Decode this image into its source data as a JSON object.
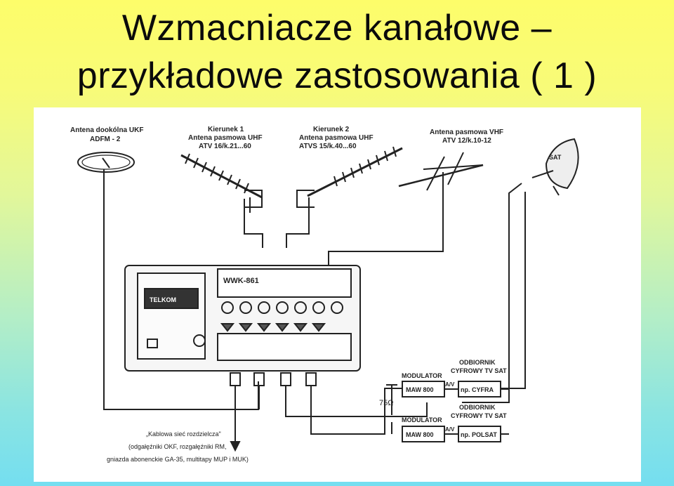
{
  "slide": {
    "title_line1": "Wzmacniacze kanałowe –",
    "title_line2": "przykładowe zastosowania ( 1 )"
  },
  "diagram": {
    "antennas": [
      {
        "line1": "Antena dookólna UKF",
        "line2": "ADFM - 2"
      },
      {
        "line1": "Kierunek 1",
        "line2": "Antena pasmowa UHF",
        "line3": "ATV 16/k.21...60"
      },
      {
        "line1": "Kierunek 2",
        "line2": "Antena pasmowa UHF",
        "line3": "ATVS 15/k.40...60"
      },
      {
        "line1": "Antena pasmowa VHF",
        "line2": "ATV 12/k.10-12"
      }
    ],
    "sat_label": "SAT",
    "amplifier": {
      "brand": "TELKOM",
      "model": "WWK-861"
    },
    "modulators": [
      {
        "label": "MODULATOR",
        "device": "MAW 800",
        "av": "A/V",
        "receiver_line1": "ODBIORNIK",
        "receiver_line2": "CYFROWY TV SAT",
        "receiver_device": "np. CYFRA"
      },
      {
        "label": "MODULATOR",
        "device": "MAW 800",
        "av": "A/V",
        "receiver_line1": "ODBIORNIK",
        "receiver_line2": "CYFROWY TV SAT",
        "receiver_device": "np. POLSAT"
      }
    ],
    "termination": "75Ω",
    "network_note": {
      "line1": "„Kablowa sieć rozdzielcza\"",
      "line2": "(odgałęźniki OKF, rozgałęźniki RM,",
      "line3": "gniazda abonenckie GA-35, multitapy MUP i MUK)"
    }
  }
}
